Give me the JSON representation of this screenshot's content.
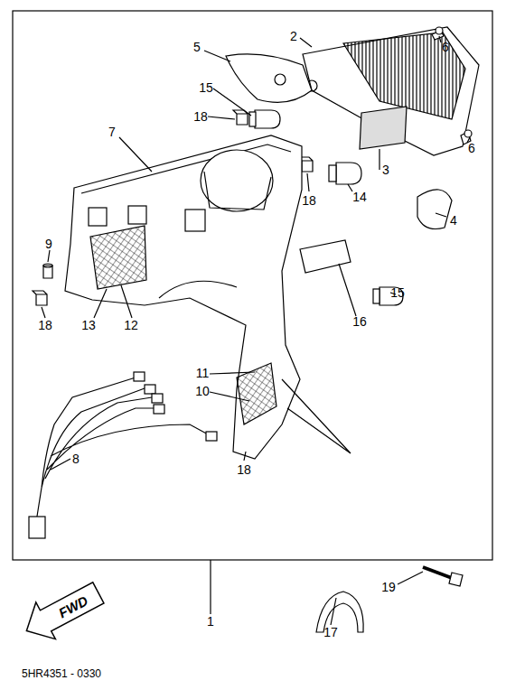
{
  "diagram": {
    "nodes": [
      {
        "text": [
          "FWD"
        ]
      }
    ],
    "labels": [
      "2",
      "6",
      "5",
      "15",
      "18",
      "7",
      "6",
      "3",
      "14",
      "18",
      "4",
      "9",
      "15",
      "16",
      "11",
      "10",
      "18",
      "13",
      "12",
      "8",
      "18",
      "19",
      "1",
      "17",
      "5HR4351 - 0330"
    ]
  }
}
